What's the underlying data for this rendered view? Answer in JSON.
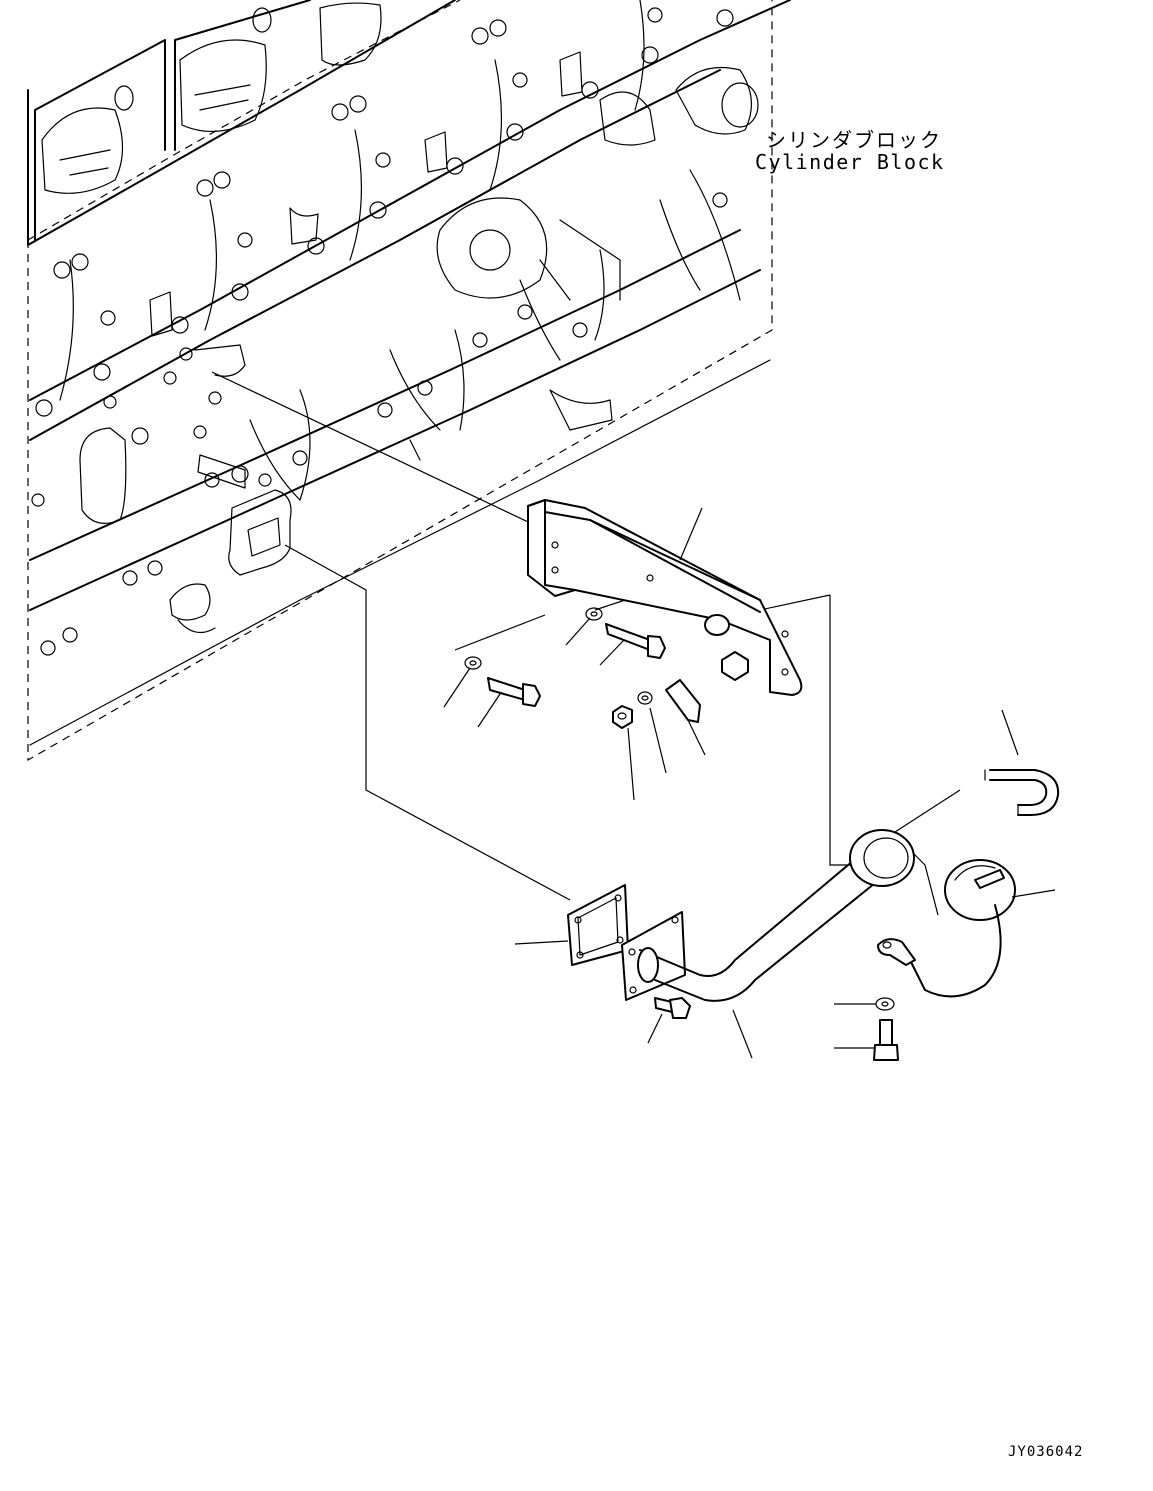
{
  "labels": {
    "component_jp": "シリンダブロック",
    "component_en": "Cylinder Block"
  },
  "drawing_number": "JY036042"
}
